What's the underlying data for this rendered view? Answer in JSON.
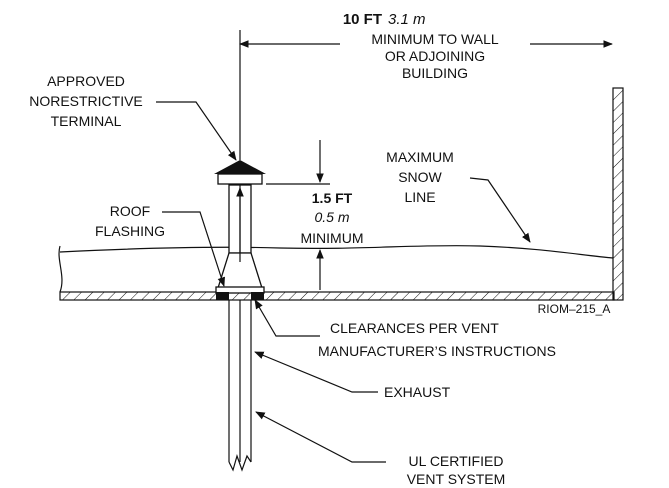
{
  "labels": {
    "dim_wall_value": "10 FT",
    "dim_wall_metric": "3.1 m",
    "dim_wall_line1": "MINIMUM TO WALL",
    "dim_wall_line2": "OR ADJOINING",
    "dim_wall_line3": "BUILDING",
    "terminal_line1": "APPROVED",
    "terminal_line2": "NORESTRICTIVE",
    "terminal_line3": "TERMINAL",
    "snow_line1": "MAXIMUM",
    "snow_line2": "SNOW",
    "snow_line3": "LINE",
    "dim_height_value": "1.5 FT",
    "dim_height_metric": "0.5 m",
    "dim_height_label": "MINIMUM",
    "flashing_line1": "ROOF",
    "flashing_line2": "FLASHING",
    "clearance_line1": "CLEARANCES PER VENT",
    "clearance_line2": "MANUFACTURER’S INSTRUCTIONS",
    "exhaust": "EXHAUST",
    "vent_line1": "UL CERTIFIED",
    "vent_line2": "VENT SYSTEM",
    "drawing_id": "RIOM–215_A"
  },
  "colors": {
    "ink": "#111111",
    "background": "#ffffff"
  }
}
